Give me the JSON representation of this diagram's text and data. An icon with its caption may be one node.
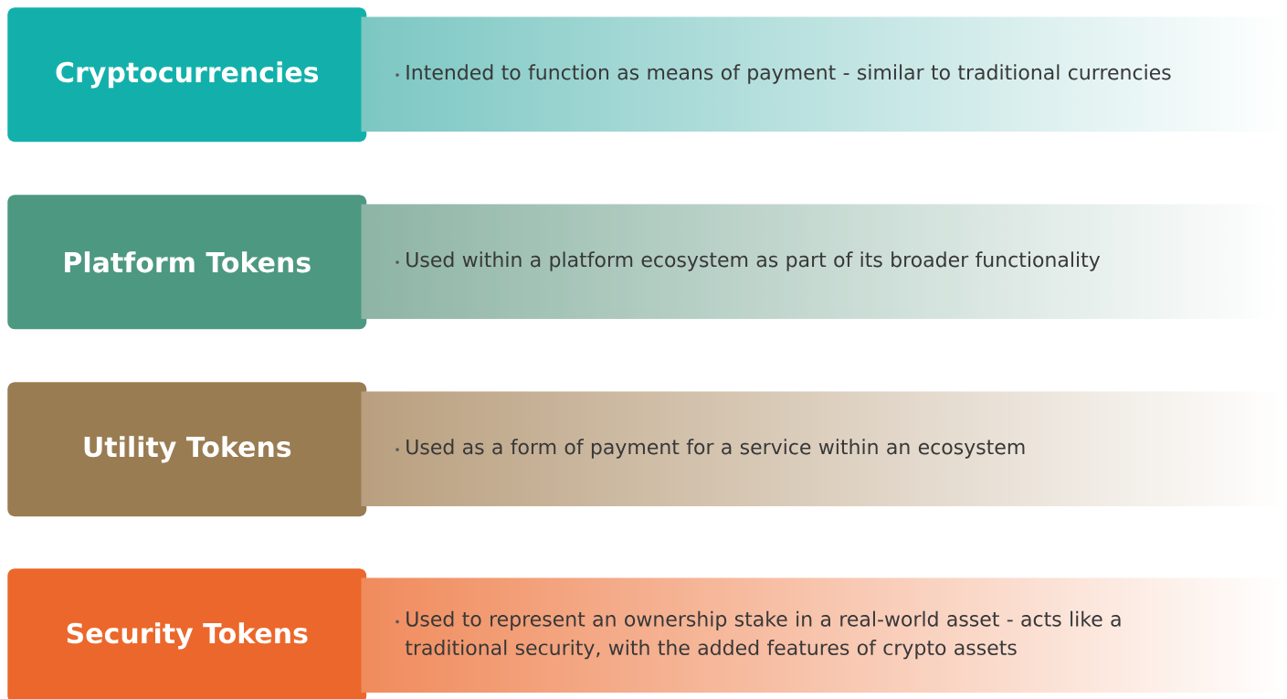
{
  "diagram": {
    "nodes": [
      {
        "text": [
          "Cryptocurrencies"
        ]
      },
      {
        "text": [
          "Intended to function as means of payment - similar to traditional currencies"
        ]
      },
      {
        "text": [
          "Platform Tokens"
        ]
      },
      {
        "text": [
          "Used within a platform ecosystem as part of its broader functionality"
        ]
      },
      {
        "text": [
          "Utility Tokens"
        ]
      },
      {
        "text": [
          "Used as a form of payment for a service within an ecosystem"
        ]
      },
      {
        "text": [
          "Security Tokens"
        ]
      },
      {
        "text": [
          "Used to represent an ownership stake in a real-world asset - acts like a traditional security, with the added features of crypto assets"
        ]
      }
    ]
  }
}
